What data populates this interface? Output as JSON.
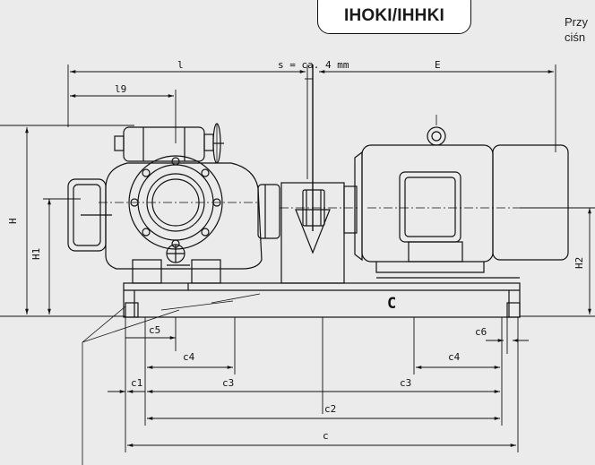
{
  "header": {
    "badge_label": "IHOKI/IHHKI",
    "side_text_line1": "Przy",
    "side_text_line2": "ciśn"
  },
  "dimensions": {
    "l": "l",
    "l9": "l9",
    "s": "s = ca. 4 mm",
    "E": "E",
    "H": "H",
    "H1": "H1",
    "H2": "H2",
    "C": "C",
    "c": "c",
    "c1": "c1",
    "c2": "c2",
    "c3_left": "c3",
    "c3_right": "c3",
    "c4_left": "c4",
    "c4_right": "c4",
    "c5": "c5",
    "c6": "c6"
  },
  "colors": {
    "background": "#ebebeb",
    "line": "#111111",
    "badge_fill": "#ffffff"
  }
}
